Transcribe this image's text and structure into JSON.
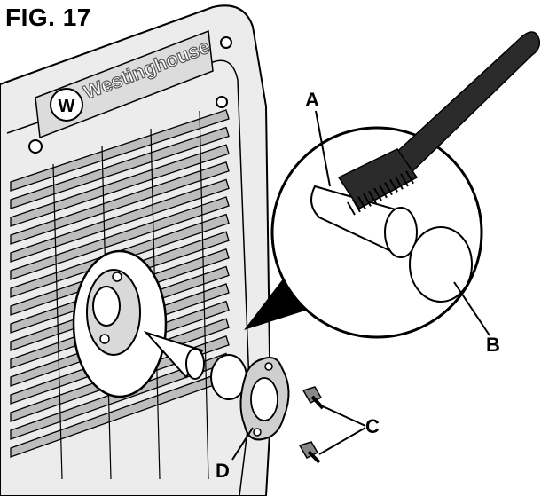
{
  "figure": {
    "title": "FIG. 17",
    "brand": "Westinghouse",
    "logo_letter": "W"
  },
  "callouts": {
    "a": "A",
    "b": "B",
    "c": "C",
    "d": "D"
  },
  "colors": {
    "line": "#000000",
    "panel_fill": "#ececec",
    "grille_fill": "#bdbdbd",
    "brush_fill": "#2b2b2b"
  }
}
